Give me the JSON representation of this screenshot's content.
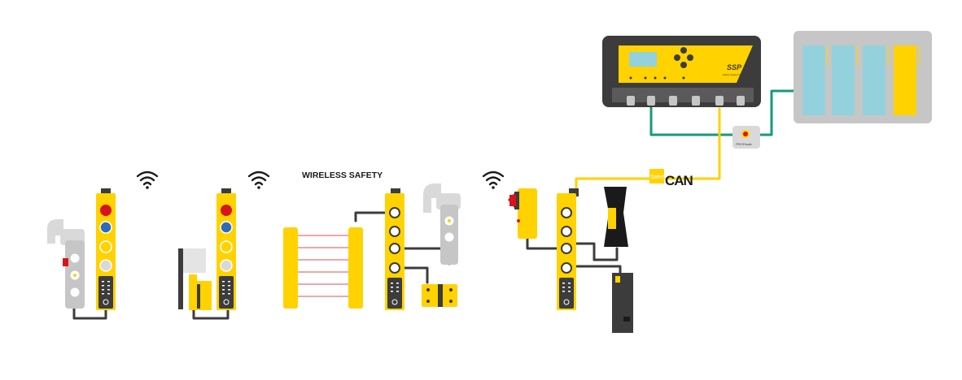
{
  "labels": {
    "wireless_safety": "WIRELESS SAFETY",
    "can": "CAN",
    "safety_prefix": "Safety",
    "brand": "SSP",
    "brand_sub": "Safety System Products",
    "profisafe": "PROFIsafe"
  },
  "colors": {
    "yellow": "#ffd200",
    "dark": "#3c3c3c",
    "grey": "#c6c6c6",
    "light_grey": "#d9d9d9",
    "green": "#159a7c",
    "red": "#d7141e",
    "blue": "#2f6cb5",
    "cyan": "#93d2dd"
  },
  "icons": [
    "wifi-icon",
    "wifi-icon",
    "wifi-icon"
  ]
}
